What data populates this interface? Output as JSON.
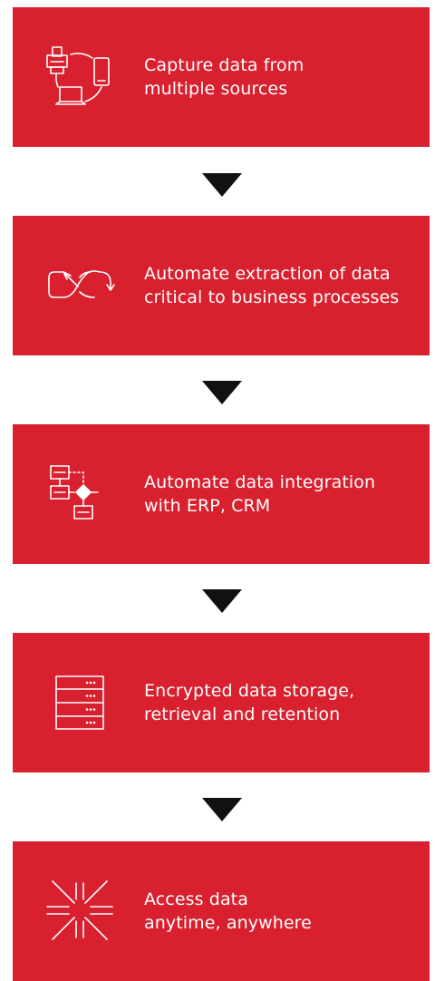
{
  "steps": [
    {
      "line1": "Capture data from",
      "line2": "multiple sources",
      "icon": "multi-device-icon"
    },
    {
      "line1": "Automate extraction of data",
      "line2": "critical to business processes",
      "icon": "extraction-cycle-icon"
    },
    {
      "line1": "Automate data integration",
      "line2": "with ERP, CRM",
      "icon": "workflow-integration-icon"
    },
    {
      "line1": "Encrypted data storage,",
      "line2": "retrieval and retention",
      "icon": "server-storage-icon"
    },
    {
      "line1": "Access data",
      "line2": "anytime, anywhere",
      "icon": "access-burst-icon"
    }
  ],
  "colors": {
    "box": "#d8202f",
    "arrow": "#111111",
    "text": "#ffffff"
  }
}
